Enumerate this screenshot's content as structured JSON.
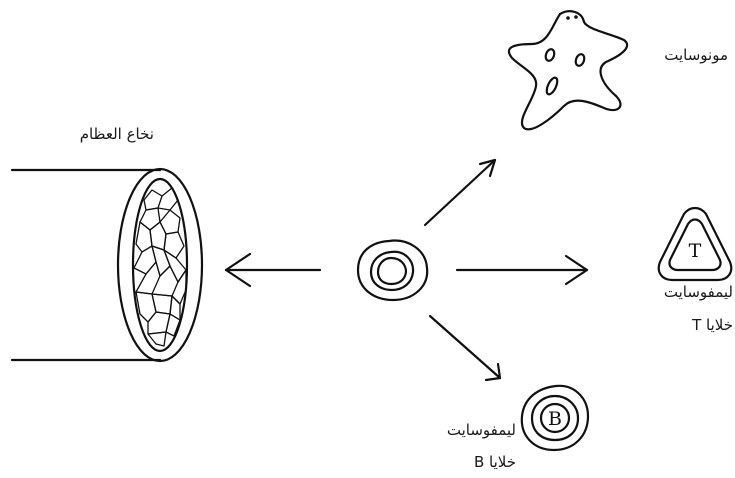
{
  "bone_marrow": {
    "label": "نخاع العظام"
  },
  "monocyte": {
    "label": "مونوسايت"
  },
  "t_lymphocyte": {
    "label": "ليمفوسايت",
    "sublabel": "خلايا T",
    "glyph": "T"
  },
  "b_lymphocyte": {
    "label": "ليمفوسايت",
    "sublabel": "خلايا B",
    "glyph": "B"
  }
}
